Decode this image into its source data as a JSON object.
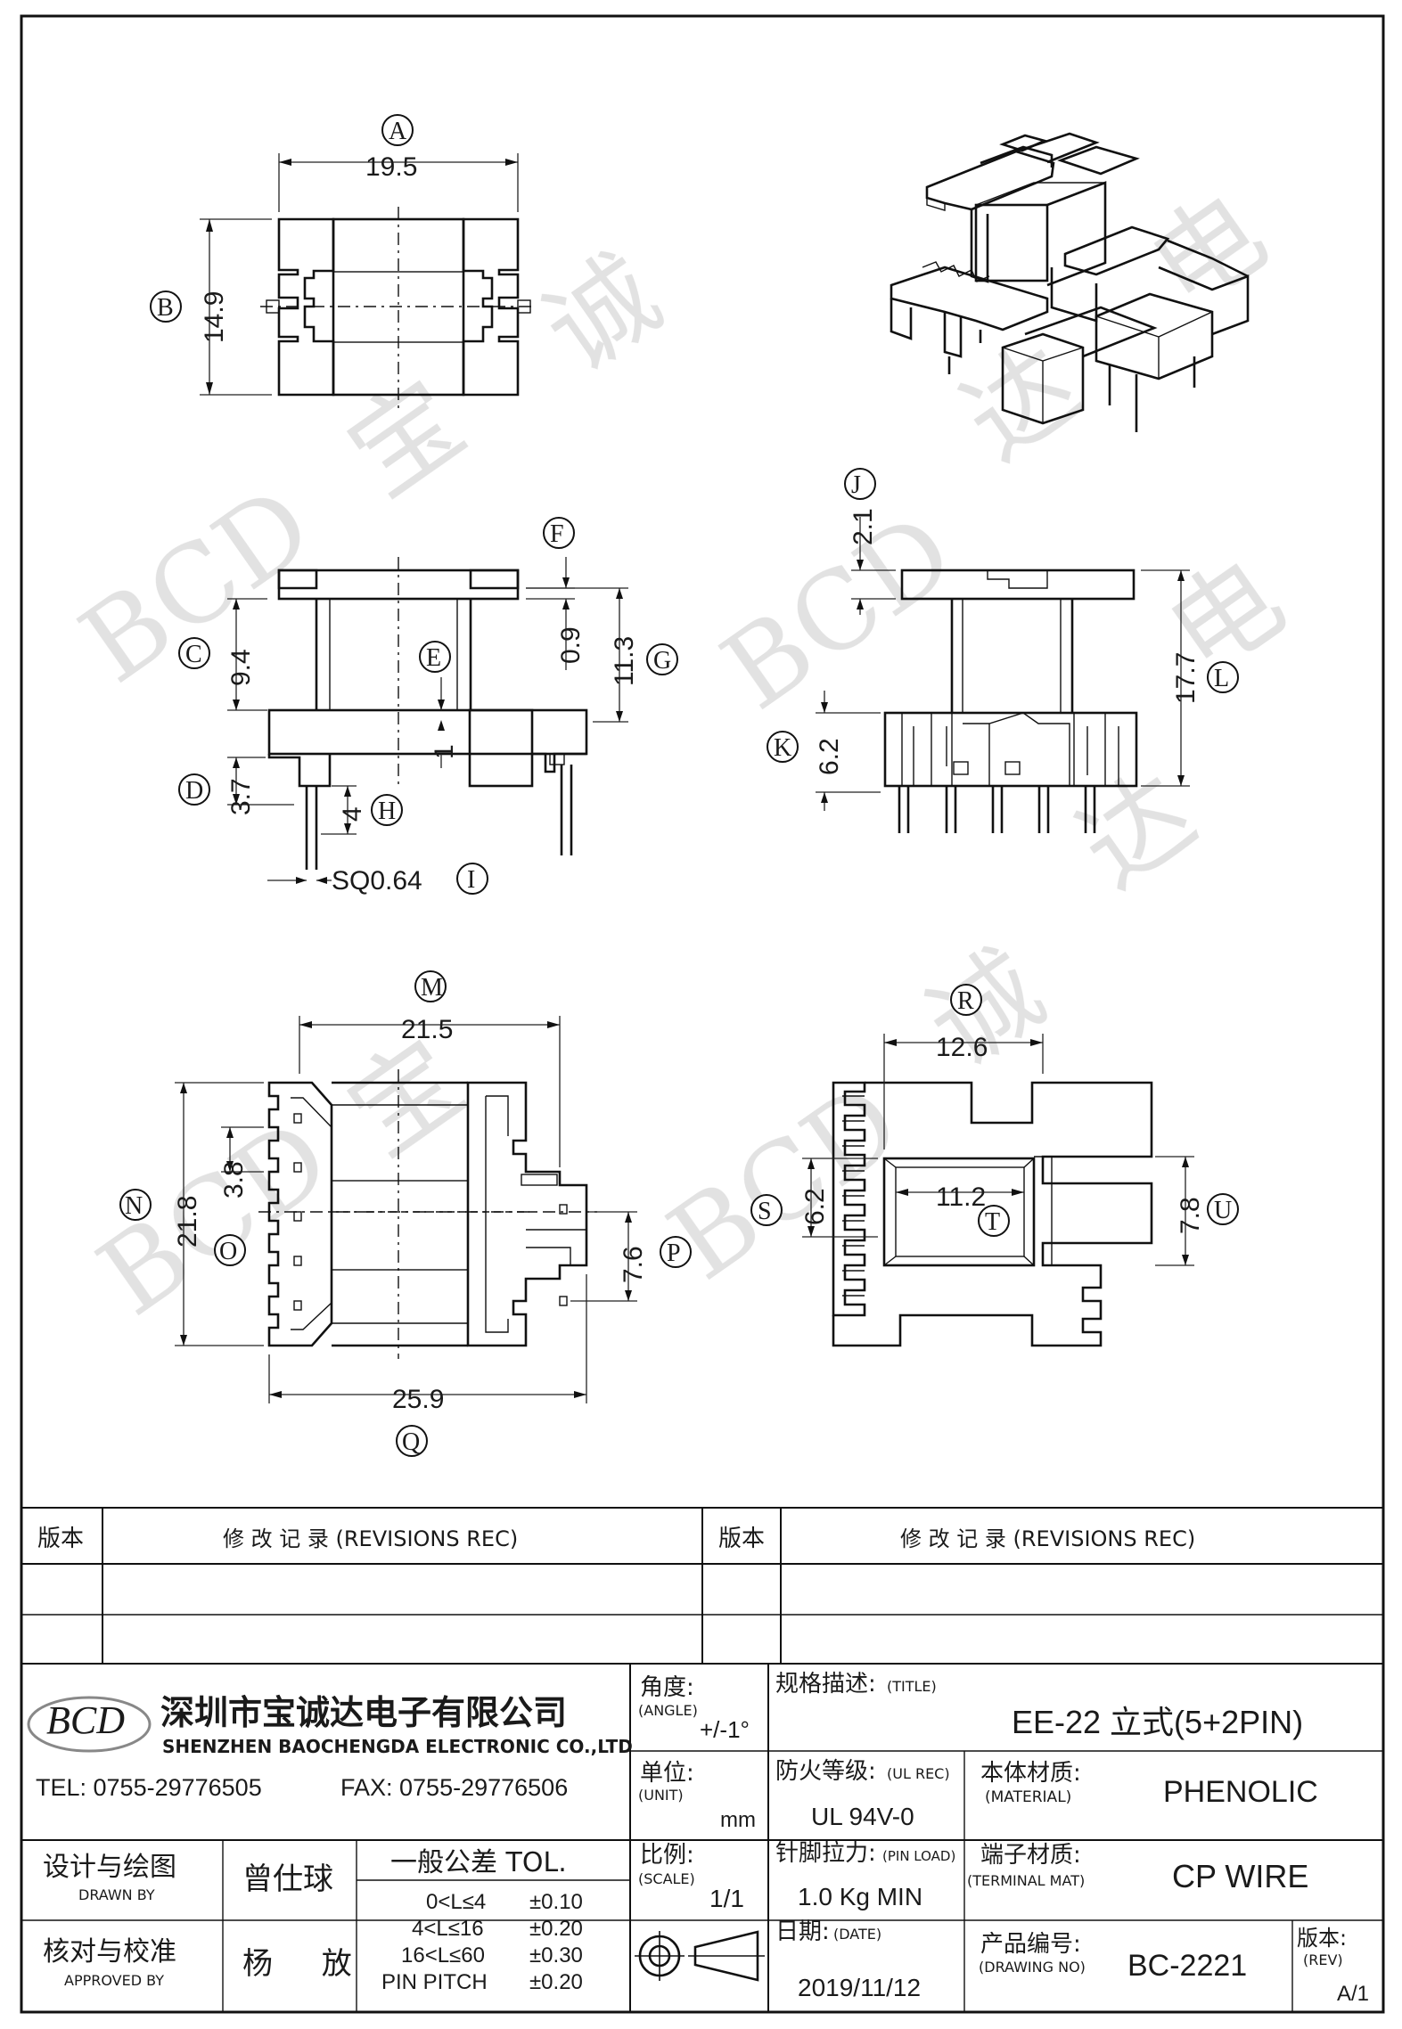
{
  "dimensions": {
    "A": {
      "letter": "A",
      "value": "19.5"
    },
    "B": {
      "letter": "B",
      "value": "14.9"
    },
    "C": {
      "letter": "C",
      "value": "9.4"
    },
    "D": {
      "letter": "D",
      "value": "3.7"
    },
    "E": {
      "letter": "E",
      "value": "1"
    },
    "F": {
      "letter": "F",
      "value": "0.9"
    },
    "G": {
      "letter": "G",
      "value": "11.3"
    },
    "H": {
      "letter": "H",
      "value": "4"
    },
    "I": {
      "letter": "I",
      "value": "SQ0.64"
    },
    "J": {
      "letter": "J",
      "value": "2.1"
    },
    "K": {
      "letter": "K",
      "value": "6.2"
    },
    "L": {
      "letter": "L",
      "value": "17.7"
    },
    "M": {
      "letter": "M",
      "value": "21.5"
    },
    "N": {
      "letter": "N",
      "value": "21.8"
    },
    "O": {
      "letter": "O",
      "value": "3.8"
    },
    "P": {
      "letter": "P",
      "value": "7.6"
    },
    "Q": {
      "letter": "Q",
      "value": "25.9"
    },
    "R": {
      "letter": "R",
      "value": "12.6"
    },
    "S": {
      "letter": "S",
      "value": "6.2"
    },
    "T": {
      "letter": "T",
      "value": "11.2"
    },
    "U": {
      "letter": "U",
      "value": "7.8"
    }
  },
  "watermark": {
    "logo": "BCD",
    "chars": [
      "宝",
      "诚",
      "达",
      "电"
    ]
  },
  "revisions": {
    "rev_label": "版本",
    "rec_label": "修 改 记 录 (REVISIONS REC)"
  },
  "company": {
    "logo": "BCD",
    "name_cn": "深圳市宝诚达电子有限公司",
    "name_en": "SHENZHEN BAOCHENGDA ELECTRONIC CO.,LTD",
    "tel": "TEL: 0755-29776505",
    "fax": "FAX: 0755-29776506"
  },
  "title_block": {
    "angle_label": "角度:",
    "angle_sub": "(ANGLE)",
    "angle_value": "+/-1°",
    "title_label": "规格描述:",
    "title_sub": "(TITLE)",
    "title_value": "EE-22 立式(5+2PIN)",
    "unit_label": "单位:",
    "unit_sub": "(UNIT)",
    "unit_value": "mm",
    "ul_label": "防火等级:",
    "ul_sub": "(UL REC)",
    "ul_value": "UL 94V-0",
    "material_label": "本体材质:",
    "material_sub": "(MATERIAL)",
    "material_value": "PHENOLIC",
    "drawn_label": "设计与绘图",
    "drawn_sub": "DRAWN BY",
    "drawn_value": "曾仕球",
    "tol_label": "一般公差 TOL.",
    "tol_rows": [
      {
        "range": "0<L≤4",
        "tol": "±0.10"
      },
      {
        "range": "4<L≤16",
        "tol": "±0.20"
      },
      {
        "range": "16<L≤60",
        "tol": "±0.30"
      },
      {
        "range": "PIN PITCH",
        "tol": "±0.20"
      }
    ],
    "scale_label": "比例:",
    "scale_sub": "(SCALE)",
    "scale_value": "1/1",
    "pinload_label": "针脚拉力:",
    "pinload_sub": "(PIN LOAD)",
    "pinload_value": "1.0 Kg MIN",
    "terminal_label": "端子材质:",
    "terminal_sub": "(TERMINAL MAT)",
    "terminal_value": "CP WIRE",
    "approved_label": "核对与校准",
    "approved_sub": "APPROVED BY",
    "approved_value": "杨 放",
    "date_label": "日期:",
    "date_sub": "(DATE)",
    "date_value": "2019/11/12",
    "drawing_label": "产品编号:",
    "drawing_sub": "(DRAWING NO)",
    "drawing_value": "BC-2221",
    "rev_label": "版本:",
    "rev_sub": "(REV)",
    "rev_value": "A/1"
  }
}
